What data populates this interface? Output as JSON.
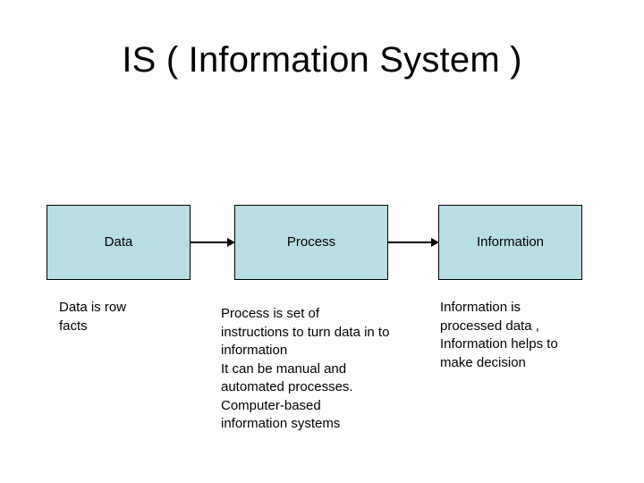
{
  "slide": {
    "title": "IS ( Information System )",
    "background_color": "#ffffff",
    "box_fill_color": "#b8dee3",
    "box_border_color": "#000000",
    "text_color": "#000000"
  },
  "flow": {
    "boxes": [
      {
        "label": "Data"
      },
      {
        "label": "Process"
      },
      {
        "label": "Information"
      }
    ],
    "arrows": [
      {
        "from": "Data",
        "to": "Process",
        "icon": "arrow-right-icon"
      },
      {
        "from": "Process",
        "to": "Information",
        "icon": "arrow-right-icon"
      }
    ]
  },
  "descriptions": [
    {
      "for": "Data",
      "text": "Data is row\nfacts"
    },
    {
      "for": "Process",
      "text": "Process is set of\ninstructions to turn data in to\ninformation\nIt can be manual and\nautomated processes.\nComputer-based\ninformation systems"
    },
    {
      "for": "Information",
      "text": "Information is\nprocessed data ,\nInformation helps to\nmake decision"
    }
  ]
}
